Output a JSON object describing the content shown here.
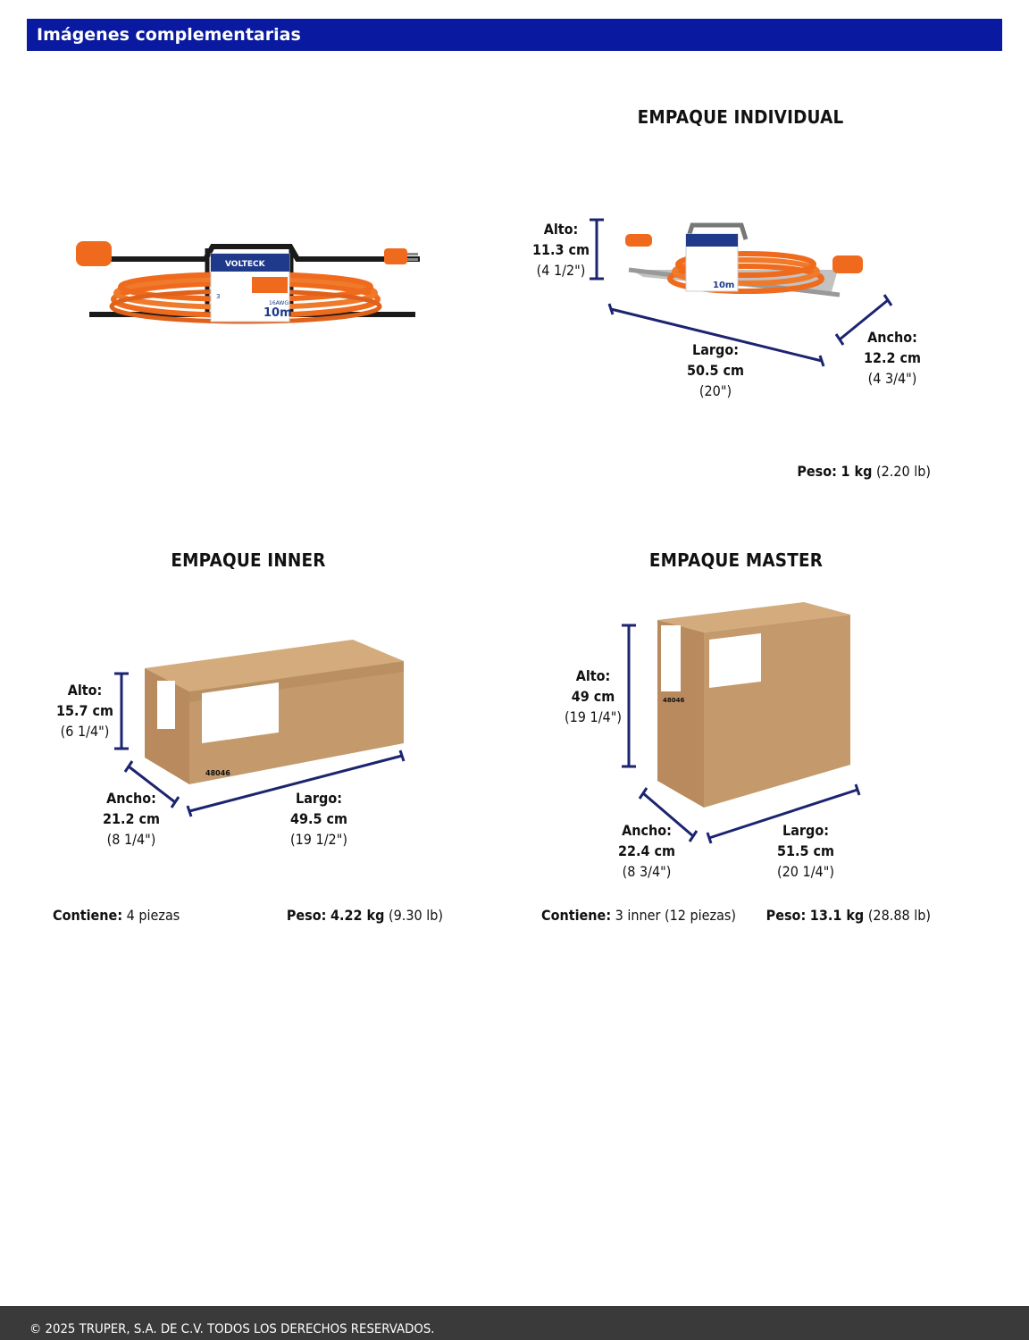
{
  "header": {
    "title": "Imágenes complementarias"
  },
  "individual": {
    "title": "EMPAQUE INDIVIDUAL",
    "alto": {
      "label": "Alto:",
      "value": "11.3 cm",
      "imperial": "(4 1/2\")"
    },
    "largo": {
      "label": "Largo:",
      "value": "50.5 cm",
      "imperial": "(20\")"
    },
    "ancho": {
      "label": "Ancho:",
      "value": "12.2 cm",
      "imperial": "(4 3/4\")"
    },
    "peso_label": "Peso:",
    "peso_value": "1 kg",
    "peso_imperial": "(2.20 lb)"
  },
  "inner": {
    "title": "EMPAQUE INNER",
    "alto": {
      "label": "Alto:",
      "value": "15.7 cm",
      "imperial": "(6 1/4\")"
    },
    "ancho": {
      "label": "Ancho:",
      "value": "21.2 cm",
      "imperial": "(8 1/4\")"
    },
    "largo": {
      "label": "Largo:",
      "value": "49.5 cm",
      "imperial": "(19 1/2\")"
    },
    "contiene_label": "Contiene:",
    "contiene_value": "4 piezas",
    "peso_label": "Peso:",
    "peso_value": "4.22 kg",
    "peso_imperial": "(9.30 lb)",
    "box_code": "48046"
  },
  "master": {
    "title": "EMPAQUE MASTER",
    "alto": {
      "label": "Alto:",
      "value": "49 cm",
      "imperial": "(19 1/4\")"
    },
    "ancho": {
      "label": "Ancho:",
      "value": "22.4 cm",
      "imperial": "(8 3/4\")"
    },
    "largo": {
      "label": "Largo:",
      "value": "51.5 cm",
      "imperial": "(20 1/4\")"
    },
    "contiene_label": "Contiene:",
    "contiene_value": "3 inner (12 piezas)",
    "peso_label": "Peso:",
    "peso_value": "13.1 kg",
    "peso_imperial": "(28.88 lb)",
    "box_code": "48046"
  },
  "product_label": {
    "brand": "VOLTECK",
    "length": "10m",
    "gauge": "16AWG",
    "count": "3"
  },
  "colors": {
    "header_bg": "#0a1aa0",
    "dimension_line": "#1c2470",
    "cord": "#ef6a1c",
    "cardboard": "#c49a6c",
    "footer_bg": "#3a3a3a"
  },
  "footer": {
    "text": "© 2025 TRUPER, S.A. DE C.V. TODOS LOS DERECHOS RESERVADOS."
  }
}
